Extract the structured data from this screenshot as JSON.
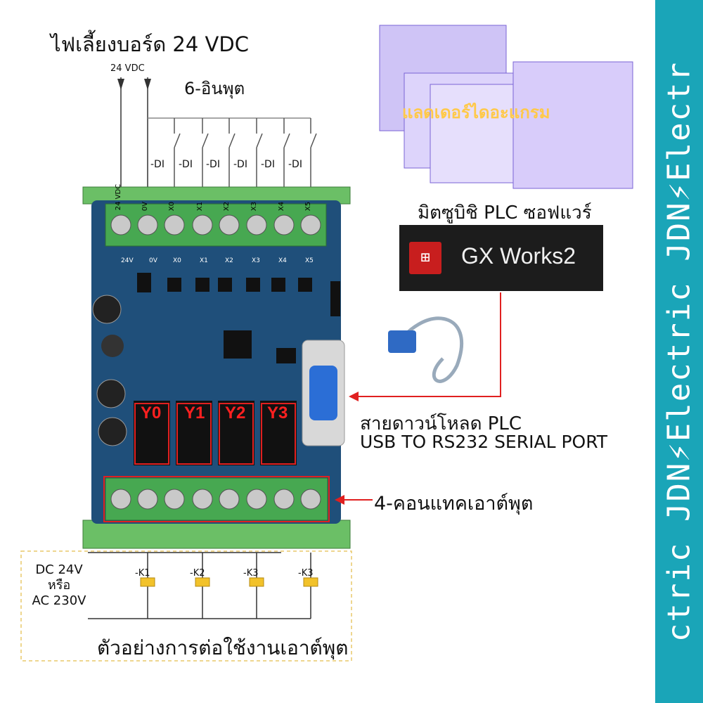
{
  "title": "ไฟเลี้ยงบอร์ด  24 VDC",
  "supply_label": "24 VDC",
  "inputs_title": "6-อินพุต",
  "di_labels": [
    "-DI",
    "-DI",
    "-DI",
    "-DI",
    "-DI",
    "-DI"
  ],
  "terminal_labels": [
    "24 VDC",
    "0V",
    "X0",
    "X1",
    "X2",
    "X3",
    "X4",
    "X5"
  ],
  "board_input_labels": [
    "24V",
    "0V",
    "X0",
    "X1",
    "X2",
    "X3",
    "X4",
    "X5"
  ],
  "relay_labels": [
    "Y0",
    "Y1",
    "Y2",
    "Y3"
  ],
  "ladder_label": "แลดเดอร์ไดอะแกรม",
  "software_title": "มิตซูบิชิ PLC ซอฟแวร์",
  "software_name": "GX Works2",
  "download_cable_line1": "สายดาวน์โหลด  PLC",
  "download_cable_line2": "USB TO RS232 SERIAL PORT",
  "outputs_title": "4-คอนแทคเอาต์พุต",
  "supply_options": [
    "DC 24V",
    "หรือ",
    "AC 230V"
  ],
  "contactors": [
    "-K1",
    "-K2",
    "-K3",
    "-K3"
  ],
  "example_title": "ตัวอย่างการต่อใช้งานเอาต์พุต",
  "brand_banner": "ctric JDN⚡Electric JDN⚡Electr",
  "colors": {
    "banner": "#1aa5b8",
    "relay_red": "#e02020",
    "board_green": "#5fae5a",
    "pcb_blue": "#1f4f7a",
    "dashed_box": "#e8c96a"
  }
}
